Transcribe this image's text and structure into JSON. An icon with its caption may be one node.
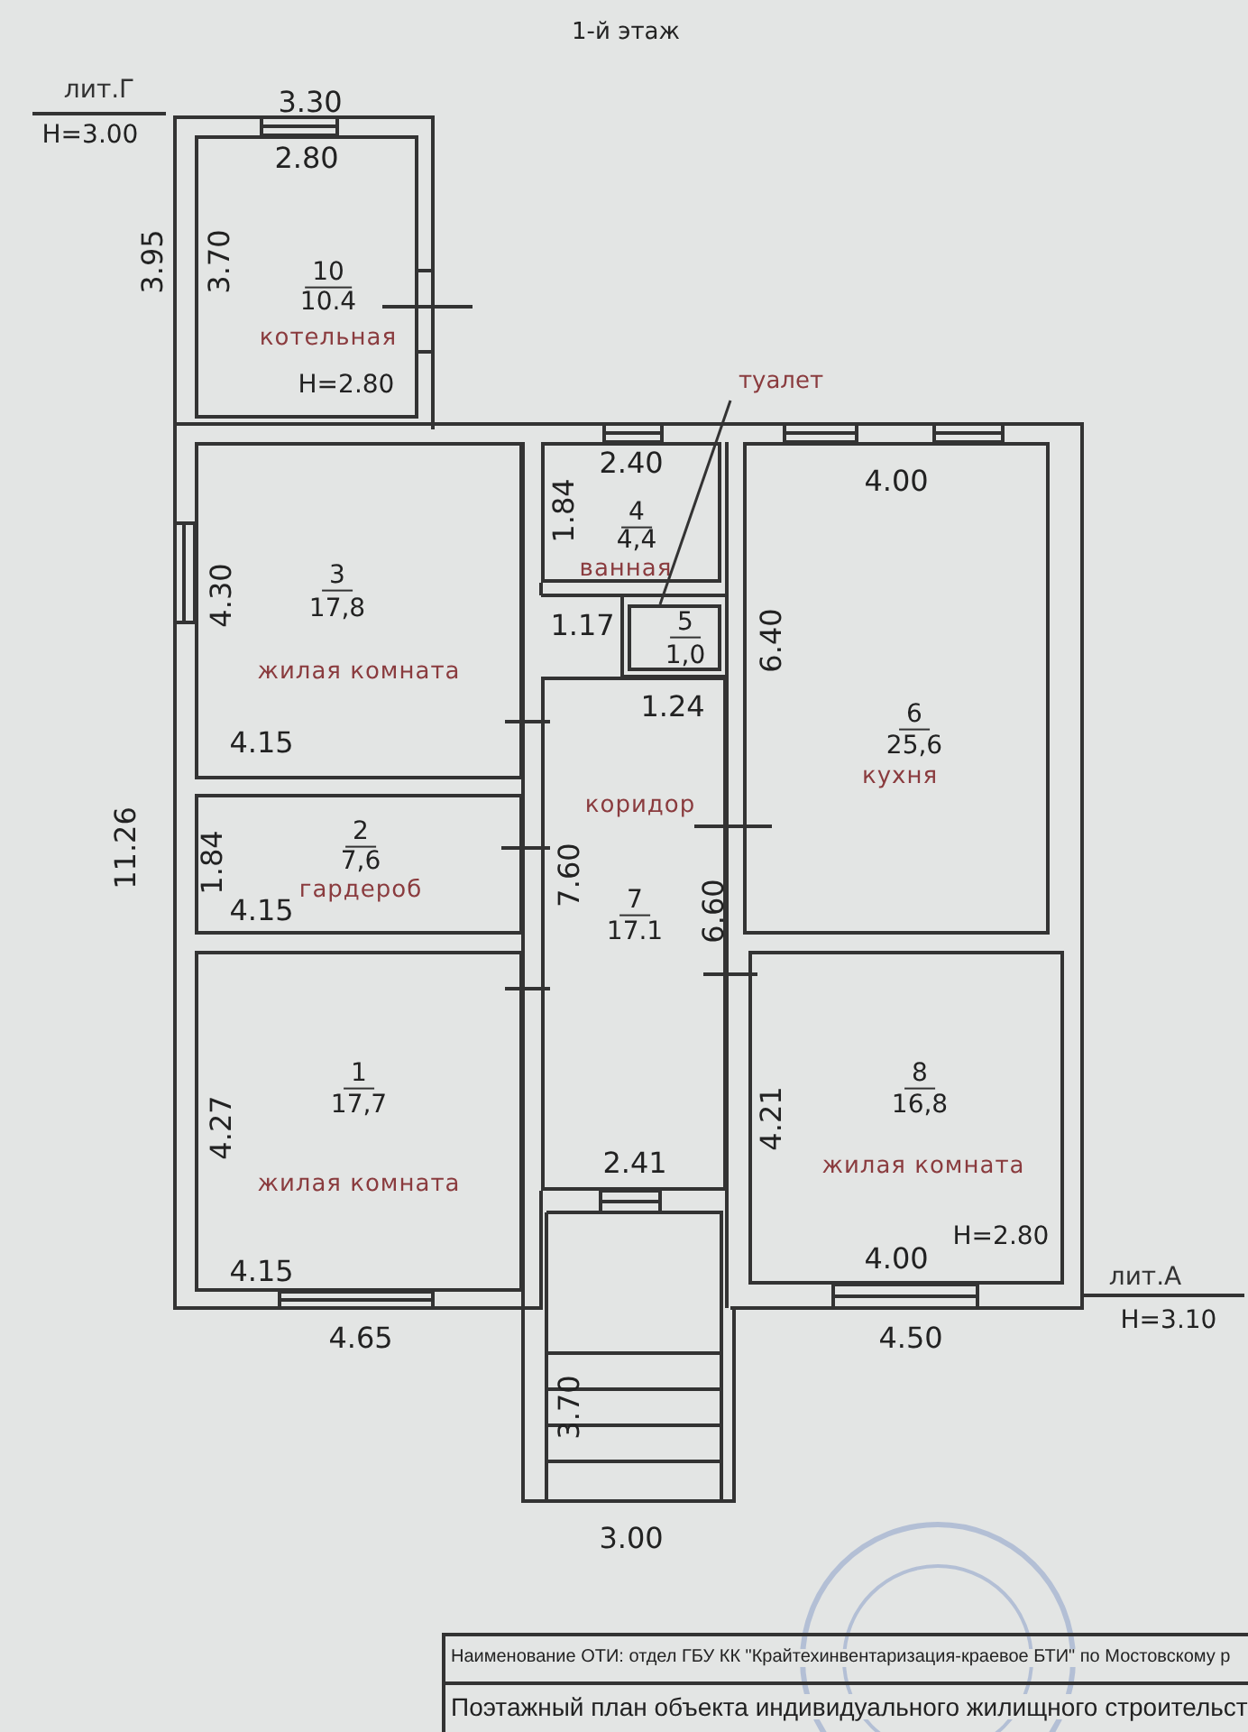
{
  "diagram": {
    "title": "1-й этаж",
    "nodes": [
      {
        "text": [
          "10",
          "10.4",
          "котельная",
          "H=2.80"
        ]
      },
      {
        "text": [
          "3",
          "17,8",
          "жилая комната"
        ]
      },
      {
        "text": [
          "4",
          "4,4",
          "ванная"
        ]
      },
      {
        "text": [
          "туалет"
        ]
      },
      {
        "text": [
          "5",
          "1,0"
        ]
      },
      {
        "text": [
          "6",
          "25,6",
          "кухня"
        ]
      },
      {
        "text": [
          "коридор",
          "7",
          "17.1"
        ]
      },
      {
        "text": [
          "2",
          "7,6",
          "гардероб"
        ]
      },
      {
        "text": [
          "1",
          "17,7",
          "жилая комната"
        ]
      },
      {
        "text": [
          "8",
          "16,8",
          "жилая комната",
          "H=2.80"
        ]
      }
    ],
    "edges": [
      {
        "from": 3,
        "to": 4,
        "arrow": "none"
      }
    ],
    "labels": [
      "лит.Г",
      "H=3.00",
      "3.30",
      "2.80",
      "3.95",
      "3.70",
      "2.40",
      "4.00",
      "1.84",
      "4.30",
      "1.17",
      "6.40",
      "1.24",
      "4.15",
      "11.26",
      "1.84",
      "7.60",
      "4.15",
      "6.60",
      "4.27",
      "4.21",
      "2.41",
      "4.15",
      "4.00",
      "лит.А",
      "H=3.10",
      "4.65",
      "4.50",
      "3.70",
      "3.00",
      "Наименование ОТИ: отдел ГБУ КК \"Крайтехинвентаризация-краевое БТИ\" по Мостовскому р",
      "Поэтажный план объекта индивидуального жилищного строительст"
    ]
  }
}
